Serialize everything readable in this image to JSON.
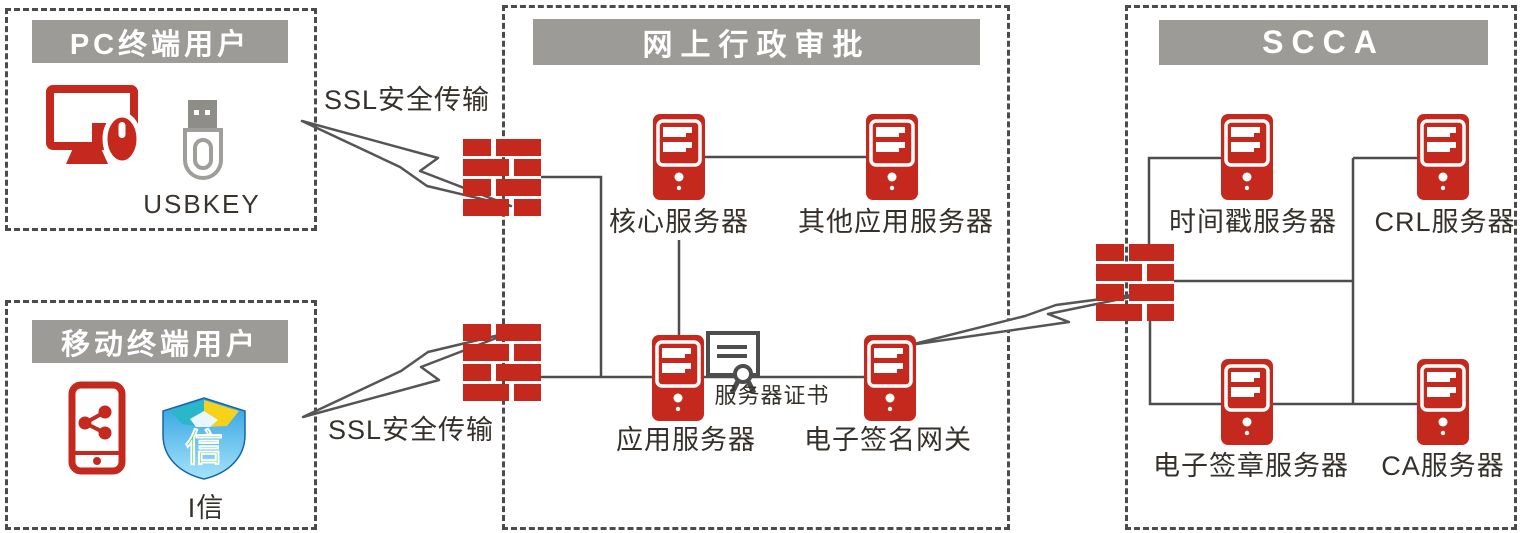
{
  "groups": {
    "pc_terminal": {
      "title": "PC终端用户",
      "device_caption": "USBKEY"
    },
    "mobile_terminal": {
      "title": "移动终端用户",
      "app_caption": "I信"
    },
    "online_approval": {
      "title": "网上行政审批"
    },
    "scca": {
      "title": "SCCA"
    }
  },
  "nodes": {
    "core_server": "核心服务器",
    "other_app_server": "其他应用服务器",
    "app_server": "应用服务器",
    "server_cert": "服务器证书",
    "esign_gateway": "电子签名网关",
    "timestamp_server": "时间戳服务器",
    "crl_server": "CRL服务器",
    "eseal_server": "电子签章服务器",
    "ca_server": "CA服务器"
  },
  "connections": {
    "ssl_label_top": "SSL安全传输",
    "ssl_label_bottom": "SSL安全传输"
  },
  "icons": {
    "pc": "pc-with-mouse-icon",
    "usbkey": "usb-key-icon",
    "phone": "smartphone-share-icon",
    "ixin_app": "ixin-shield-icon",
    "server": "server-tower-icon",
    "firewall": "firewall-brick-icon",
    "cert": "certificate-seal-icon",
    "lightning": "lightning-bolt-icon"
  },
  "colors": {
    "brand_red": "#c5281c",
    "header_gray": "#9d9b98",
    "line_gray": "#4d4d4d",
    "text_dark": "#35302b"
  }
}
